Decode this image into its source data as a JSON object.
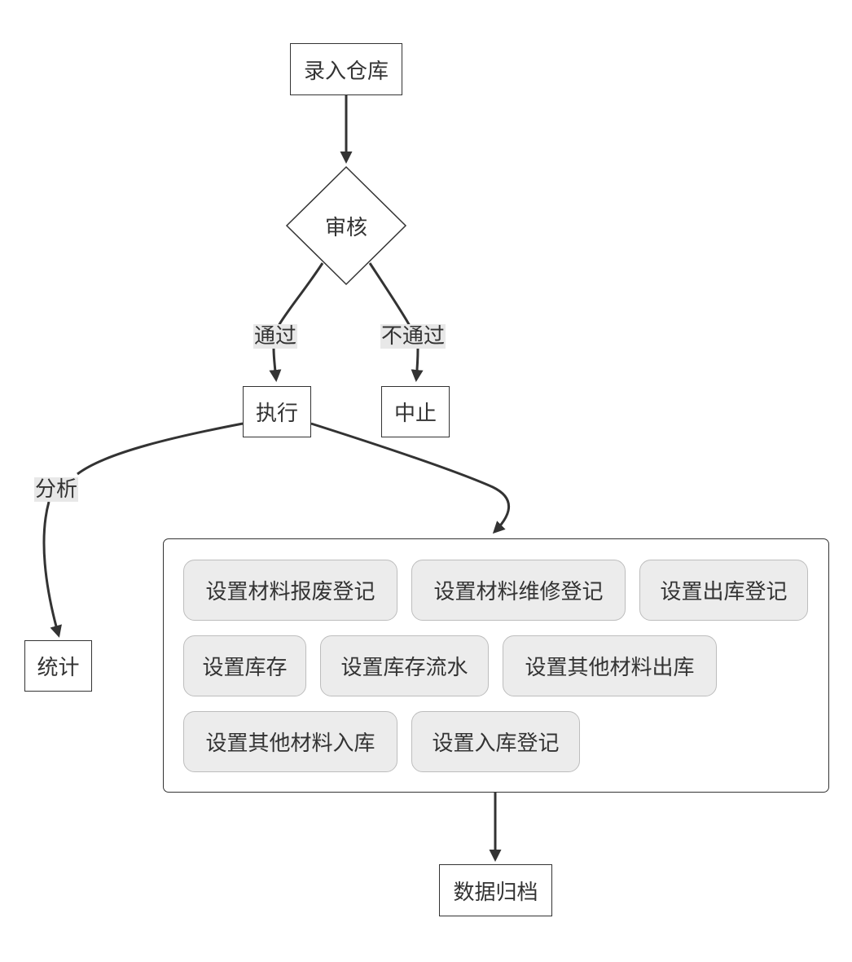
{
  "nodes": {
    "entry": "录入仓库",
    "review": "审核",
    "execute": "执行",
    "stop": "中止",
    "stats": "统计",
    "archive": "数据归档"
  },
  "edge_labels": {
    "pass": "通过",
    "fail": "不通过",
    "analyze": "分析"
  },
  "group_items": [
    "设置材料报废登记",
    "设置材料维修登记",
    "设置出库登记",
    "设置库存",
    "设置库存流水",
    "设置其他材料出库",
    "设置其他材料入库",
    "设置入库登记"
  ]
}
